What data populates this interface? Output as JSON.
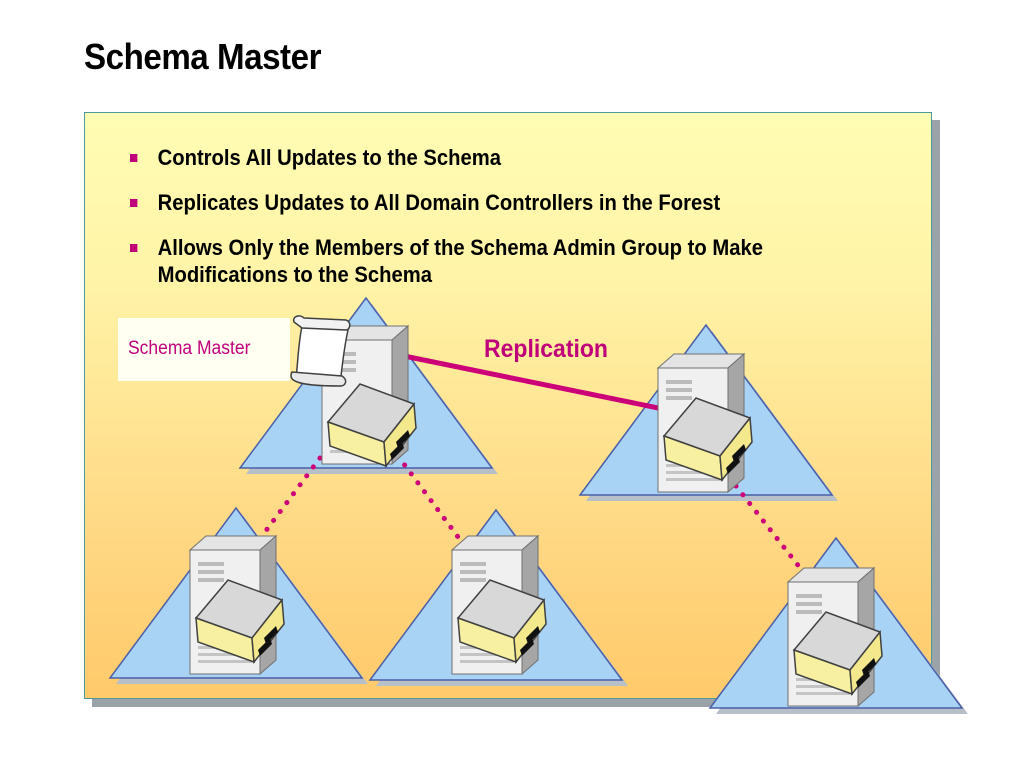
{
  "slide": {
    "title": "Schema Master"
  },
  "bullets": [
    "Controls All Updates to the Schema",
    "Replicates Updates to All Domain Controllers in the Forest",
    "Allows Only the Members of the Schema Admin Group to Make Modifications to the Schema"
  ],
  "diagram": {
    "schema_master_label": "Schema Master",
    "replication_label": "Replication",
    "colors": {
      "accent": "#c0007a",
      "triangle_fill": "#a9d3f5",
      "triangle_border": "#4a5fa8",
      "panel_top": "#fffdb4",
      "panel_bottom": "#ffca6a"
    },
    "icons": [
      "server-icon",
      "folder-icon",
      "scroll-icon",
      "domain-triangle"
    ]
  }
}
